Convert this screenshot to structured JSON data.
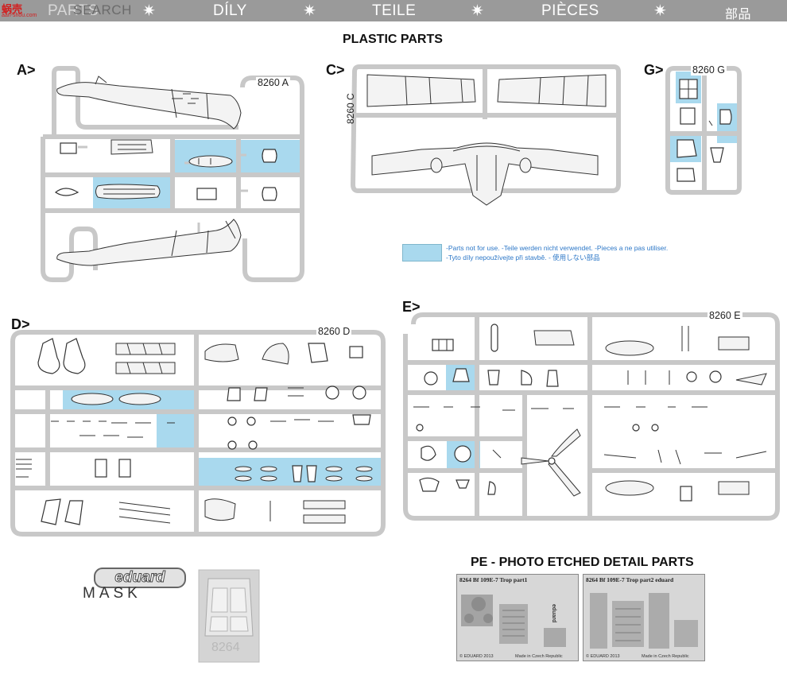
{
  "header": {
    "items": [
      "PARTS",
      "DÍLY",
      "TEILE",
      "PIÈCES",
      "部品"
    ],
    "watermark_title": "SEARCH",
    "watermark_logo": "蜗壳",
    "watermark_url": "aan-shou.com"
  },
  "plastic": {
    "title": "PLASTIC PARTS",
    "sprues": [
      {
        "label": "A>",
        "code": "8260 A"
      },
      {
        "label": "C>",
        "code": "8260 C"
      },
      {
        "label": "G>",
        "code": "8260 G"
      },
      {
        "label": "D>",
        "code": "8260 D"
      },
      {
        "label": "E>",
        "code": "8260 E"
      }
    ]
  },
  "legend": {
    "line1": "-Parts not for use. -Teile werden nicht verwendet. -Pieces a ne pas utiliser.",
    "line2": "-Tyto díly nepoužívejte při stavbě. -  使用しない部品"
  },
  "mask": {
    "logo": "eduard",
    "word": "MASK",
    "number": "8264"
  },
  "pe": {
    "title": "PE - PHOTO ETCHED DETAIL PARTS",
    "frets": [
      {
        "header": "8264  Bf 109E-7 Trop   part1",
        "brand": "eduard",
        "copyright": "© EDUARD 2013",
        "made": "Made in Czech Republic"
      },
      {
        "header": "8264  Bf 109E-7 Trop   part2  eduard",
        "copyright": "© EDUARD 2013",
        "made": "Made in Czech Republic"
      }
    ]
  },
  "colors": {
    "header_bg": "#9a9a9a",
    "sprue_gray": "#c8c8c8",
    "not_for_use_blue": "#a9d9ee",
    "legend_text_blue": "#2c77c7"
  }
}
